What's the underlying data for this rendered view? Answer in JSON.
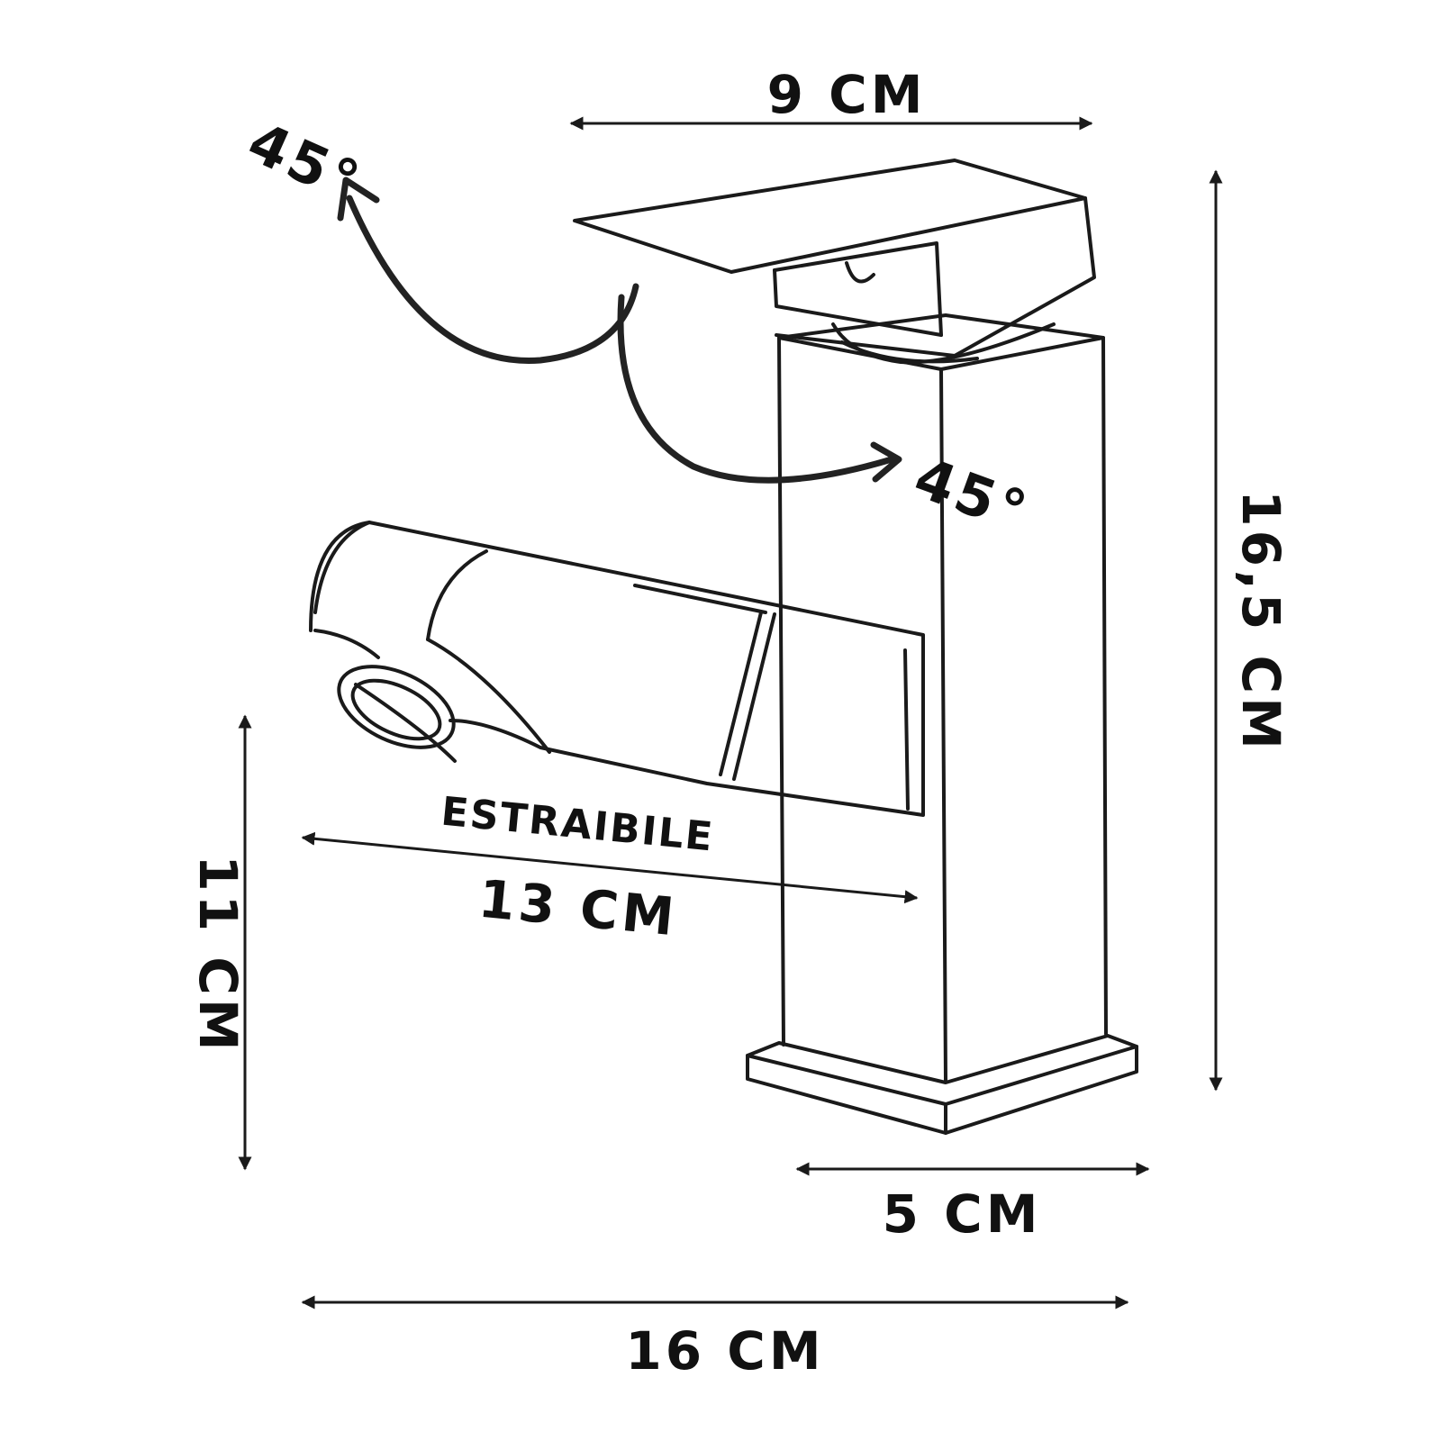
{
  "dimensions": {
    "handle_width": "9 CM",
    "total_height": "16,5 CM",
    "spout_height": "11 CM",
    "base_width": "5 CM",
    "total_depth": "16 CM",
    "pullout_label": "ESTRAIBILE",
    "pullout_length": "13 CM"
  },
  "rotation": {
    "left_angle": "45°",
    "right_angle": "45°"
  }
}
